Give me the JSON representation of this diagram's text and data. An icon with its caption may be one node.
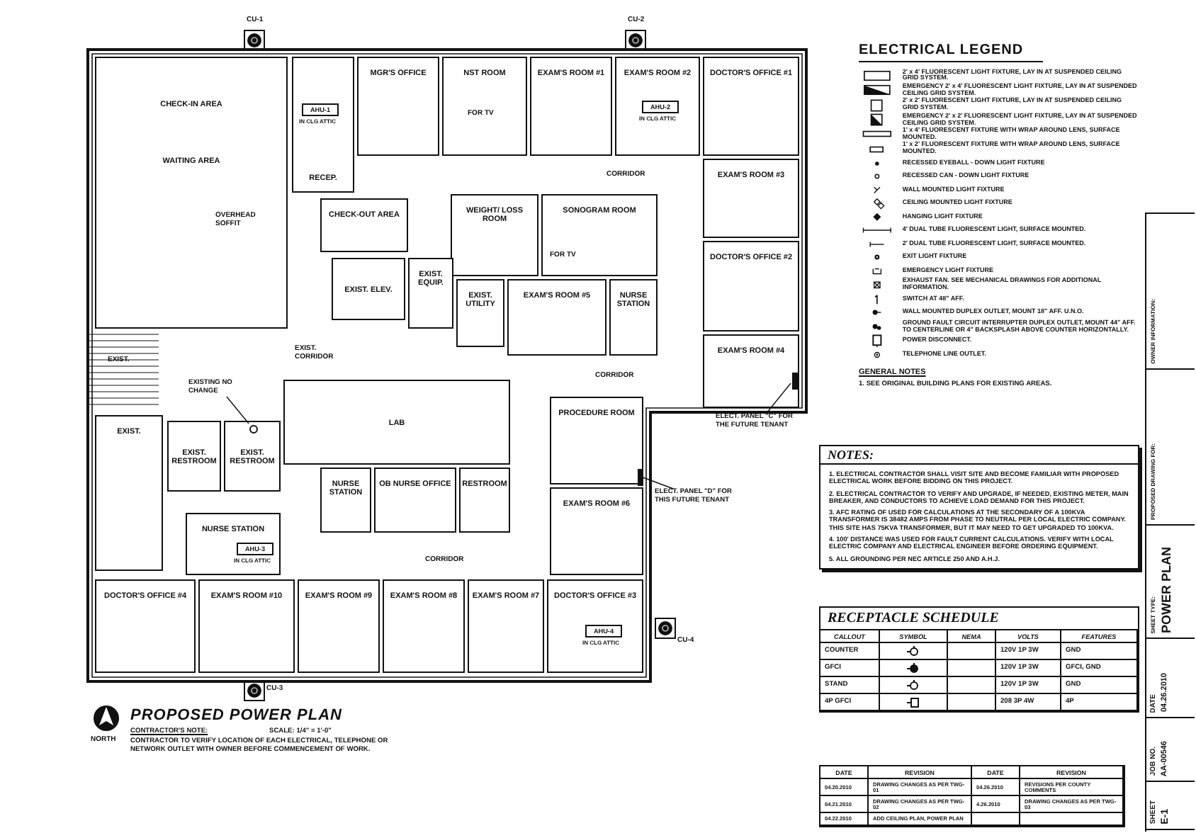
{
  "diagram": {
    "title": "PROPOSED POWER PLAN",
    "nodes": [
      {
        "text": [
          "CHECK-IN AREA",
          "WAITING AREA"
        ]
      },
      {
        "text": [
          "RECEP."
        ]
      },
      {
        "text": [
          "MGR'S OFFICE"
        ]
      },
      {
        "text": [
          "NST ROOM"
        ]
      },
      {
        "text": [
          "EXAM'S ROOM #1"
        ]
      },
      {
        "text": [
          "EXAM'S ROOM #2"
        ]
      },
      {
        "text": [
          "DOCTOR'S OFFICE #1"
        ]
      },
      {
        "text": [
          "EXAM'S ROOM #3"
        ]
      },
      {
        "text": [
          "WEIGHT/ LOSS ROOM"
        ]
      },
      {
        "text": [
          "SONOGRAM ROOM"
        ]
      },
      {
        "text": [
          "CHECK-OUT AREA"
        ]
      },
      {
        "text": [
          "EXIST. ELEV."
        ]
      },
      {
        "text": [
          "EXIST. EQUIP."
        ]
      },
      {
        "text": [
          "EXIST. UTILITY"
        ]
      },
      {
        "text": [
          "EXAM'S ROOM #5"
        ]
      },
      {
        "text": [
          "NURSE STATION"
        ]
      },
      {
        "text": [
          "DOCTOR'S OFFICE #2"
        ]
      },
      {
        "text": [
          "EXAM'S ROOM #4"
        ]
      },
      {
        "text": [
          "LAB"
        ]
      },
      {
        "text": [
          "EXIST. RESTROOM"
        ]
      },
      {
        "text": [
          "EXIST. RESTROOM"
        ]
      },
      {
        "text": [
          "NURSE STATION"
        ]
      },
      {
        "text": [
          "OB NURSE OFFICE"
        ]
      },
      {
        "text": [
          "RESTROOM"
        ]
      },
      {
        "text": [
          "PROCEDURE ROOM"
        ]
      },
      {
        "text": [
          "EXAM'S ROOM #6"
        ]
      },
      {
        "text": [
          "EXIST."
        ]
      },
      {
        "text": [
          "NURSE STATION"
        ]
      },
      {
        "text": [
          "DOCTOR'S OFFICE #4"
        ]
      },
      {
        "text": [
          "EXAM'S ROOM #10"
        ]
      },
      {
        "text": [
          "EXAM'S ROOM #9"
        ]
      },
      {
        "text": [
          "EXAM'S ROOM #8"
        ]
      },
      {
        "text": [
          "EXAM'S ROOM #7"
        ]
      },
      {
        "text": [
          "DOCTOR'S OFFICE #3"
        ]
      },
      {
        "text": [
          "AHU-1"
        ],
        "beside": [
          "IN CLG ATTIC"
        ],
        "in": 1
      },
      {
        "text": [
          "AHU-2"
        ],
        "beside": [
          "IN CLG ATTIC"
        ],
        "in": 5
      },
      {
        "text": [
          "AHU-3"
        ],
        "beside": [
          "IN CLG ATTIC"
        ],
        "in": 27
      },
      {
        "text": [
          "AHU-4"
        ],
        "beside": [
          "IN CLG ATTIC"
        ],
        "in": 33
      },
      {
        "text": [
          "EXISTING NO CHANGE"
        ]
      },
      {
        "text": [],
        "shape": "circle",
        "in": 20
      },
      {
        "text": [
          "ELECT. PANEL \"C\" FOR THE FUTURE TENANT"
        ]
      },
      {
        "text": [],
        "shape": "bar",
        "in": 17
      },
      {
        "text": [
          "ELECT. PANEL \"D\" FOR THIS FUTURE TENANT"
        ]
      },
      {
        "text": [],
        "shape": "bar",
        "in": 24
      }
    ],
    "edges": [
      {
        "from": 38,
        "to": 39,
        "arrow": "none"
      },
      {
        "from": 40,
        "to": 41,
        "arrow": "none"
      },
      {
        "from": 42,
        "to": 43,
        "arrow": "none"
      }
    ],
    "labels": [
      "CU-1",
      "CU-2",
      "OVERHEAD SOFFIT",
      "FOR TV",
      "CORRIDOR",
      "FOR TV",
      "EXIST.",
      "EXIST. CORRIDOR",
      "CORRIDOR",
      "CORRIDOR",
      "CU-4",
      "CU-3",
      "NORTH",
      "CONTRACTOR'S NOTE:",
      "SCALE: 1/4\" = 1'-0\"",
      "CONTRACTOR TO VERIFY LOCATION OF EACH ELECTRICAL, TELEPHONE OR NETWORK OUTLET WITH OWNER BEFORE COMMENCEMENT OF WORK.",
      "ELECTRICAL LEGEND",
      "GENERAL NOTES",
      "1. SEE ORIGINAL BUILDING PLANS FOR EXISTING AREAS.",
      "NOTES:",
      "1. ELECTRICAL CONTRACTOR SHALL VISIT SITE AND BECOME FAMILIAR WITH PROPOSED ELECTRICAL WORK BEFORE BIDDING ON THIS PROJECT.",
      "2. ELECTRICAL CONTRACTOR TO VERIFY AND UPGRADE, IF NEEDED, EXISTING METER, MAIN BREAKER, AND CONDUCTORS TO ACHIEVE LOAD DEMAND FOR THIS PROJECT.",
      "3. AFC RATING OF USED FOR CALCULATIONS AT THE SECONDARY OF A 100KVA TRANSFORMER IS 38482 AMPS FROM PHASE TO NEUTRAL PER LOCAL ELECTRIC COMPANY. THIS SITE HAS 75KVA TRANSFORMER, BUT IT MAY NEED TO GET UPGRADED TO 100KVA.",
      "4. 100' DISTANCE WAS USED FOR FAULT CURRENT CALCULATIONS. VERIFY WITH LOCAL ELECTRIC COMPANY AND ELECTRICAL ENGINEER BEFORE ORDERING EQUIPMENT.",
      "5. ALL GROUNDING PER NEC ARTICLE 250 AND A.H.J.",
      "RECEPTACLE SCHEDULE",
      "CALLOUT",
      "SYMBOL",
      "NEMA",
      "VOLTS",
      "FEATURES",
      "COUNTER",
      "120V 1P 3W",
      "GND",
      "GFCI",
      "120V 1P 3W",
      "GFCI, GND",
      "STAND",
      "120V 1P 3W",
      "GND",
      "4P GFCI",
      "208 3P 4W",
      "4P",
      "DATE",
      "REVISION",
      "DATE",
      "REVISION",
      "04.20.2010",
      "DRAWING CHANGES AS PER TWG-01",
      "04.26.2010",
      "REVISIONS PER COUNTY COMMENTS",
      "04.21.2010",
      "DRAWING CHANGES AS PER TWG-02",
      "4.26.2010",
      "DRAWING CHANGES AS PER TWG-03",
      "04.22.2010",
      "ADD CEILING PLAN, POWER PLAN",
      "OWNER INFORMATION:",
      "PROPOSED DRAWING FOR:",
      "SHEET TYPE:",
      "POWER PLAN",
      "04.26.2010",
      "DATE",
      "JOB NO.",
      "AA-00546",
      "SHEET",
      "E-1"
    ],
    "legend": [
      {
        "text": "2' x 4' FLUORESCENT LIGHT FIXTURE, LAY IN AT SUSPENDED CEILING GRID SYSTEM."
      },
      {
        "text": "EMERGENCY 2' x 4' FLUORESCENT LIGHT FIXTURE, LAY IN AT SUSPENDED CEILING GRID SYSTEM."
      },
      {
        "text": "2' x 2' FLUORESCENT LIGHT FIXTURE, LAY IN AT SUSPENDED CEILING GRID SYSTEM."
      },
      {
        "text": "EMERGENCY 2' x 2' FLUORESCENT LIGHT FIXTURE, LAY IN AT SUSPENDED CEILING GRID SYSTEM."
      },
      {
        "text": "1' x 4' FLUORESCENT FIXTURE WITH WRAP AROUND LENS, SURFACE MOUNTED."
      },
      {
        "text": "1' x 2' FLUORESCENT FIXTURE WITH WRAP AROUND LENS, SURFACE MOUNTED."
      },
      {
        "text": "RECESSED EYEBALL - DOWN LIGHT FIXTURE"
      },
      {
        "text": "RECESSED CAN - DOWN LIGHT FIXTURE"
      },
      {
        "text": "WALL MOUNTED LIGHT FIXTURE"
      },
      {
        "text": "CEILING MOUNTED LIGHT FIXTURE"
      },
      {
        "text": "HANGING LIGHT FIXTURE"
      },
      {
        "text": "4' DUAL TUBE FLUORESCENT LIGHT, SURFACE MOUNTED."
      },
      {
        "text": "2' DUAL TUBE FLUORESCENT LIGHT, SURFACE MOUNTED."
      },
      {
        "text": "EXIT LIGHT FIXTURE"
      },
      {
        "text": "EMERGENCY LIGHT FIXTURE"
      },
      {
        "text": "EXHAUST FAN. SEE MECHANICAL DRAWINGS FOR ADDITIONAL INFORMATION."
      },
      {
        "text": "SWITCH AT 48\" AFF."
      },
      {
        "text": "WALL MOUNTED DUPLEX OUTLET, MOUNT 18\" AFF. U.N.O."
      },
      {
        "text": "GROUND FAULT CIRCUIT INTERRUPTER DUPLEX OUTLET, MOUNT 44\" AFF. TO CENTERLINE OR 4\" BACKSPLASH ABOVE COUNTER HORIZONTALLY."
      },
      {
        "text": "POWER DISCONNECT."
      },
      {
        "text": "TELEPHONE LINE OUTLET."
      }
    ]
  }
}
